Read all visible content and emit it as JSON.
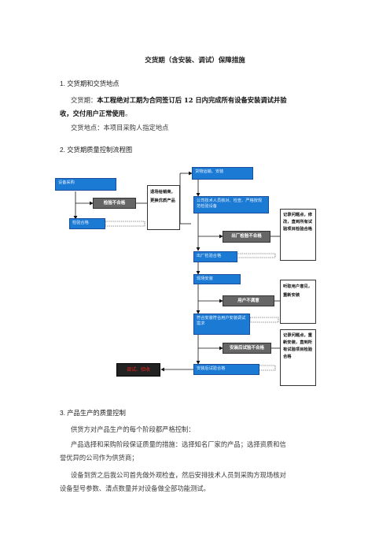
{
  "title": "交货期（含安装、调试）保障措施",
  "section1": {
    "heading": "1.  交货期和交货地点",
    "delivery_period_label": "交货期：",
    "delivery_period_line1": "本工程绝对工期为合同签订后 12 日内完成所有设备安装调试并验",
    "delivery_period_line2": "收，交付用户正常使用",
    "delivery_period_end": "。",
    "delivery_location": "交货地点：本项目采购人指定地点"
  },
  "section2": {
    "heading": "2.  交货期质量控制流程图"
  },
  "flowchart": {
    "equipment_purchase": "设备采购",
    "inspection_fail": "检验不合格",
    "inspection_pass": "检验合格",
    "return_note": "退场给销商，更换优质产品",
    "goods_delivery": "货物运输、安装",
    "tech_check": "公司技术人员核对、检查、严格按规范检验设备",
    "factory_fail": "出厂检验不合格",
    "factory_note": "记录问题点，修改，直到所有试验项目检验合格",
    "factory_pass": "出厂检验合格",
    "onsite_install": "现场安装",
    "user_unsatisfied": "用户不满意",
    "user_note": "听取用户意见，重新安装",
    "meets_requirements": "符合安装符合用户安装调试需求",
    "post_install_fail": "安装后试验不合格",
    "post_install_note": "记录问题点，重新安装，直到所有试验项目检验合格",
    "post_install_pass": "安装后试验合格",
    "debug_acceptance": "调试、验收"
  },
  "section3": {
    "heading": "3.  产品生产的质量控制",
    "p1": "供货方对产品生产的每个阶段都严格控制：",
    "p2_line1": "产品选择和采购阶段保证质量的措施：选择知名厂家的产品；选择资质和信",
    "p2_line2": "誉优异的公司作为供货商；",
    "p3_line1": "设备到货之后我公司首先做外观检查，然后安排技术人员到采购方现场核对",
    "p3_line2": "设备型号参数、清点数量并对设备做全部功能测试。"
  }
}
